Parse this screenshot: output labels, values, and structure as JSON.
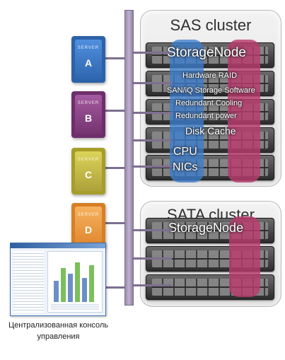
{
  "sas_cluster": {
    "title": "SAS cluster",
    "node_label": "StorageNode",
    "features": [
      "Hardware RAID",
      "SAN/iQ Storage Software",
      "Redundant Cooling",
      "Redundant power",
      "Disk Cache",
      "CPU",
      "NICs"
    ]
  },
  "sata_cluster": {
    "title": "SATA cluster",
    "node_label": "StorageNode"
  },
  "servers": [
    {
      "tag": "SERVER",
      "letter": "A",
      "color": "#3a78c9"
    },
    {
      "tag": "SERVER",
      "letter": "B",
      "color": "#8a3f86"
    },
    {
      "tag": "SERVER",
      "letter": "C",
      "color": "#c7bd3a"
    },
    {
      "tag": "SERVER",
      "letter": "D",
      "color": "#ef9a3d"
    }
  ],
  "console": {
    "caption_line1": "Централизованная консоль",
    "caption_line2": "управления"
  }
}
